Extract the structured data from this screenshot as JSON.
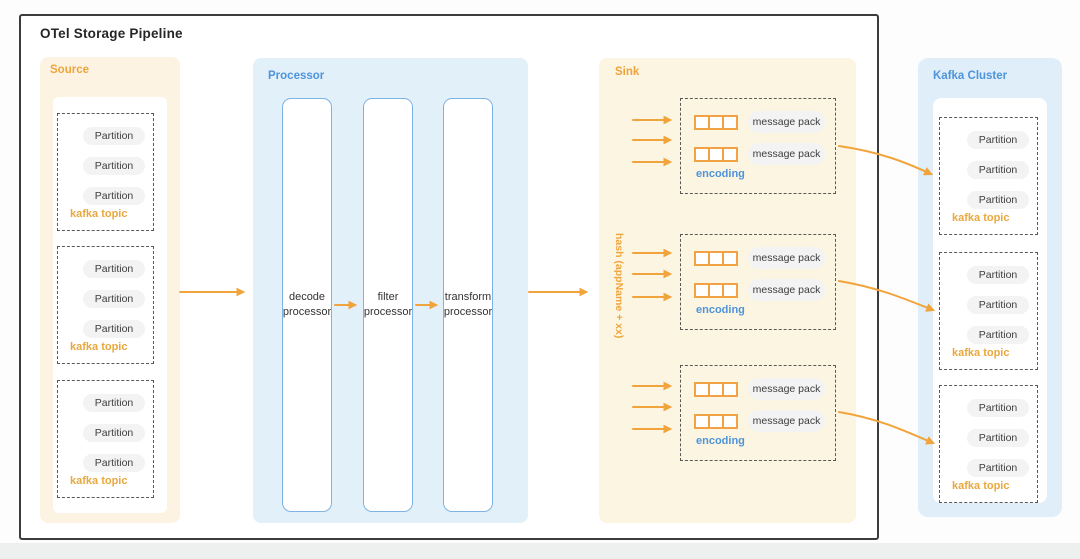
{
  "title": "OTel Storage Pipeline",
  "labels": {
    "partition": "Partition",
    "kafka_topic": "kafka topic",
    "message_pack": "message pack",
    "encoding": "encoding",
    "hash_key": "hash (appName + xx)"
  },
  "sections": {
    "source": {
      "label": "Source",
      "topic_count": 3,
      "partitions_per_topic": 3
    },
    "processor": {
      "label": "Processor",
      "stages": [
        {
          "line1": "decode",
          "line2": "processor"
        },
        {
          "line1": "filter",
          "line2": "processor"
        },
        {
          "line1": "transform",
          "line2": "processor"
        }
      ]
    },
    "sink": {
      "label": "Sink",
      "encoder_count": 3,
      "message_packs_per_encoder": 2
    },
    "kafka_cluster": {
      "label": "Kafka Cluster",
      "topic_count": 3
    }
  },
  "colors": {
    "accent_orange": "#F0A43C",
    "accent_blue": "#4D94DB",
    "source_bg": "#FDF3E2",
    "processor_bg": "#E2F0FA",
    "sink_bg": "#FCF5E1",
    "kafka_bg": "#DFEEF9",
    "arrow": "#F2A43C",
    "border_dark": "#3C3C3C"
  }
}
